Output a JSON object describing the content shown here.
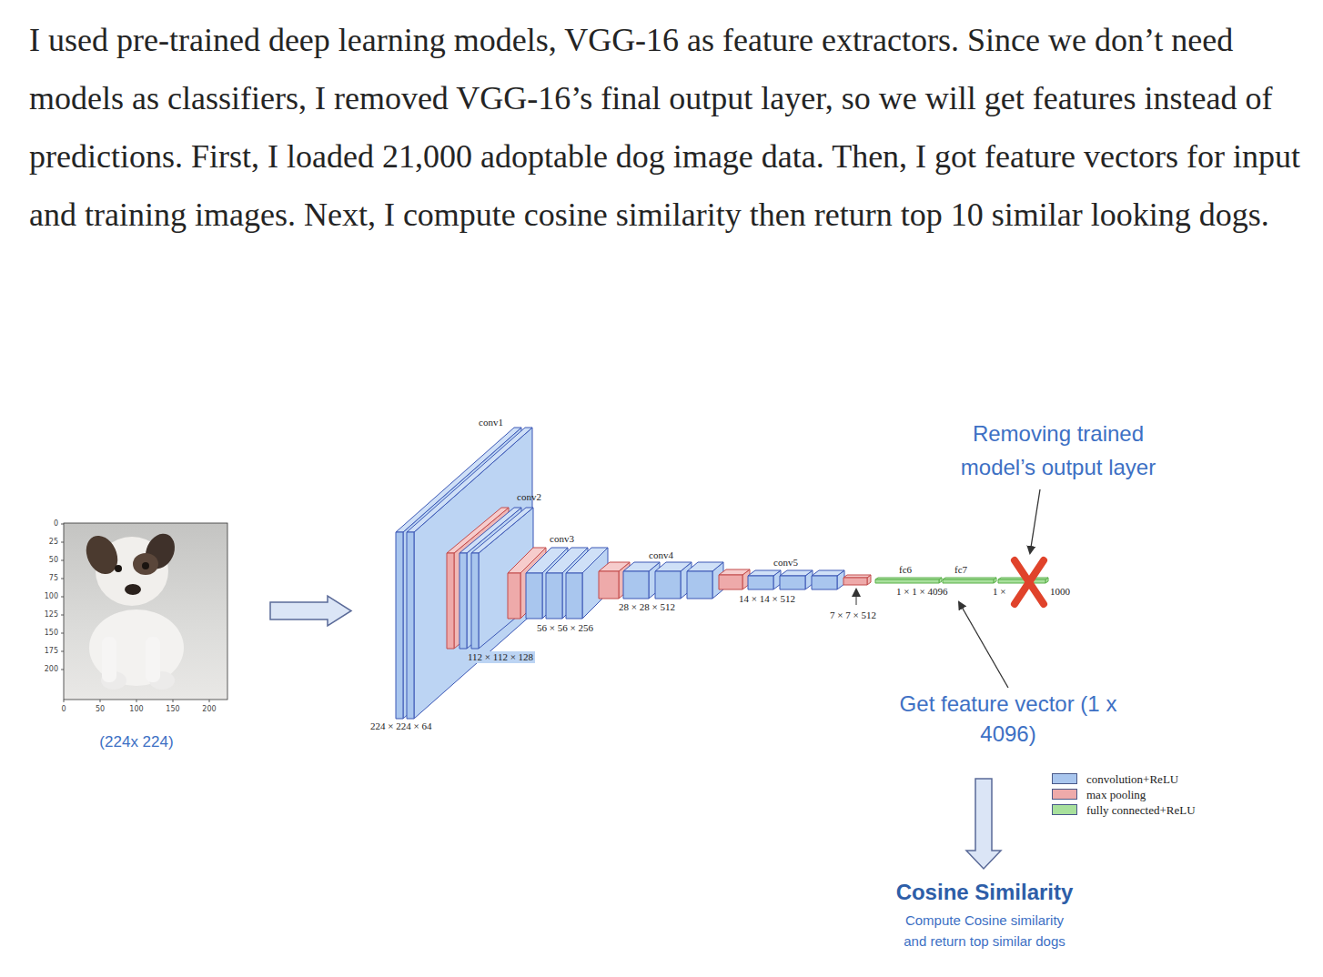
{
  "diagram": {
    "labels": [
      "I used pre-trained deep learning models, VGG-16 as feature extractors. Since we don’t need models as classifiers, I removed VGG-16’s final output layer, so we will get features instead of predictions. First, I loaded 21,000 adoptable dog image data. Then, I got feature vectors for input and training images. Next, I compute cosine similarity then return top 10 similar looking dogs.",
      "0",
      "25",
      "50",
      "75",
      "100",
      "125",
      "150",
      "175",
      "200",
      "0",
      "50",
      "100",
      "150",
      "200",
      "(224x 224)",
      "conv1",
      "conv2",
      "conv3",
      "conv4",
      "conv5",
      "fc6",
      "fc7",
      "224 × 224 × 64",
      "112 × 112 × 128",
      "56 × 56 × 256",
      "28 × 28 × 512",
      "14 × 14 × 512",
      "7 × 7 × 512",
      "1 × 1 × 4096",
      "1 ×",
      "1000",
      "Removing trained model’s output layer",
      "Get feature vector (1 x 4096)",
      "Cosine Similarity",
      "Compute Cosine similarity and return top similar dogs"
    ],
    "legend": [
      {
        "text": "convolution+ReLU",
        "color": "#a9c6ee"
      },
      {
        "text": "max pooling",
        "color": "#eeaaaa"
      },
      {
        "text": "fully connected+ReLU",
        "color": "#a8e09c"
      }
    ]
  }
}
